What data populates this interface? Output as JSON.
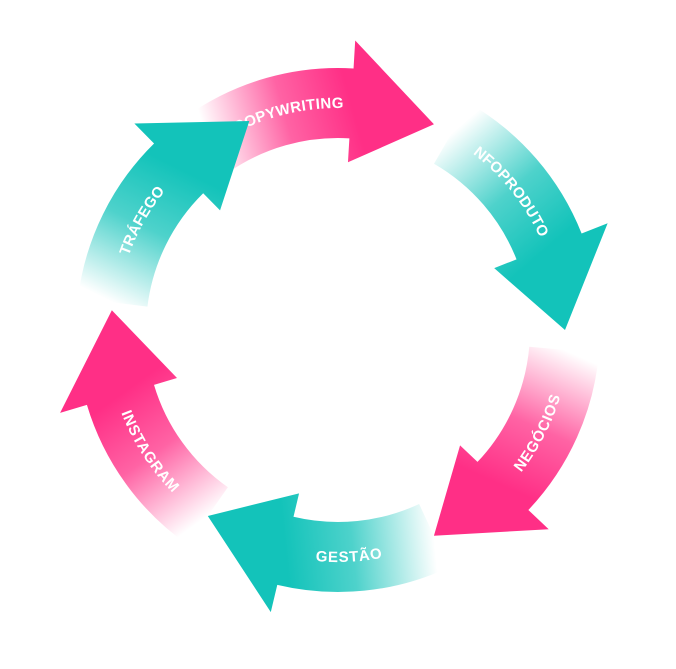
{
  "colors": {
    "pink": "#ff2f86",
    "teal": "#13c3ba",
    "label": "#ffffff",
    "background": "#ffffff"
  },
  "arrows": [
    {
      "label": "COPYWRITING",
      "color": "pink"
    },
    {
      "label": "INFOPRODUTOS",
      "color": "teal"
    },
    {
      "label": "NEGÓCIOS",
      "color": "pink"
    },
    {
      "label": "GESTÃO",
      "color": "teal"
    },
    {
      "label": "INSTAGRAM",
      "color": "pink"
    },
    {
      "label": "TRÁFEGO",
      "color": "teal"
    }
  ]
}
